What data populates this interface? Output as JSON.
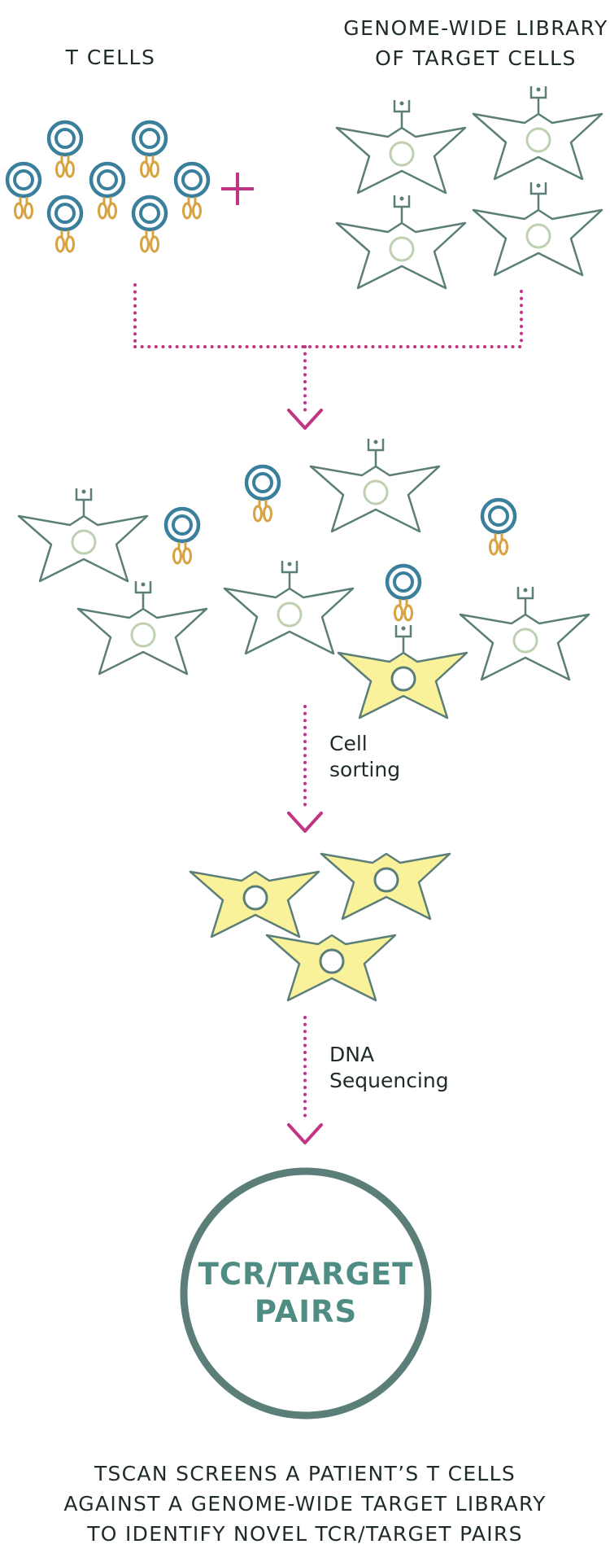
{
  "labels": {
    "t_cells": "T CELLS",
    "library_line1": "GENOME-WIDE LIBRARY",
    "library_line2": "OF TARGET CELLS",
    "cell_sorting_line1": "Cell",
    "cell_sorting_line2": "sorting",
    "dna_line1": "DNA",
    "dna_line2": "Sequencing",
    "result_line1": "TCR/TARGET",
    "result_line2": "PAIRS"
  },
  "caption": [
    "TSCAN SCREENS A PATIENT’S T CELLS",
    "AGAINST A GENOME-WIDE TARGET LIBRARY",
    "TO IDENTIFY NOVEL TCR/TARGET PAIRS"
  ],
  "colors": {
    "t_cell": "#3a7f9c",
    "receptor": "#d7a240",
    "target_outline": "#5b7f78",
    "nucleus": "#bfd0b0",
    "highlight_fill": "#faf19b",
    "arrow": "#c13584",
    "result_text": "#4f8d84"
  },
  "icons": [
    "t-cell-icon",
    "target-cell-icon",
    "plus-icon",
    "arrow-down-icon"
  ]
}
